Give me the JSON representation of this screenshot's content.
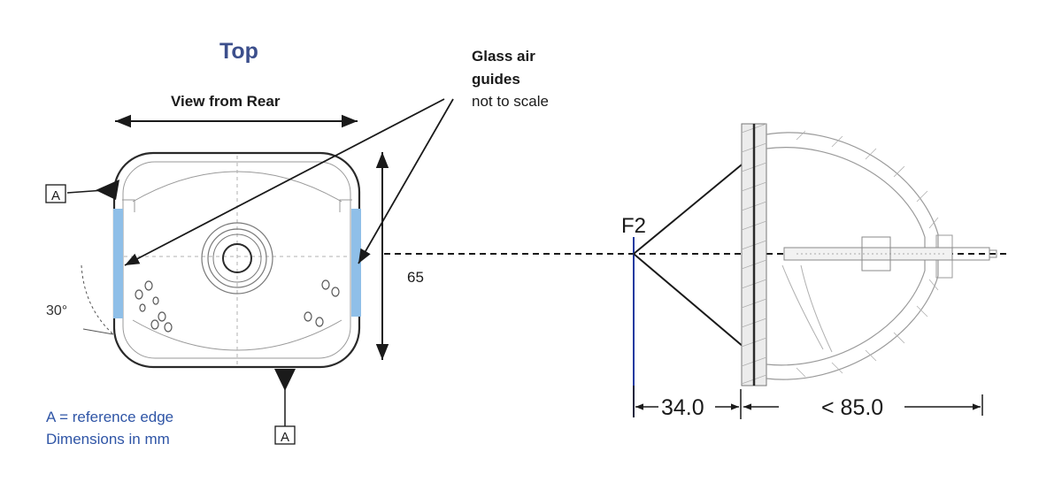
{
  "labels": {
    "title": "Top",
    "view_from_rear": "View from Rear",
    "glass_line1": "Glass air",
    "glass_line2": "guides",
    "not_to_scale": "not to scale",
    "height_dim": "65",
    "angle": "30°",
    "ref_top": "A",
    "ref_bottom": "A",
    "f2": "F2",
    "dim_34": "34.0",
    "dim_85": "< 85.0",
    "legend_line1": "A = reference edge",
    "legend_line2": "Dimensions in mm"
  },
  "colors": {
    "line": "#1a1a1a",
    "faint": "#9a9a9a",
    "glass_blue": "#8fbfe8",
    "title_blue": "#3c4f8c",
    "note_blue": "#2f55a6",
    "axis_blue": "#1e3aa0"
  }
}
